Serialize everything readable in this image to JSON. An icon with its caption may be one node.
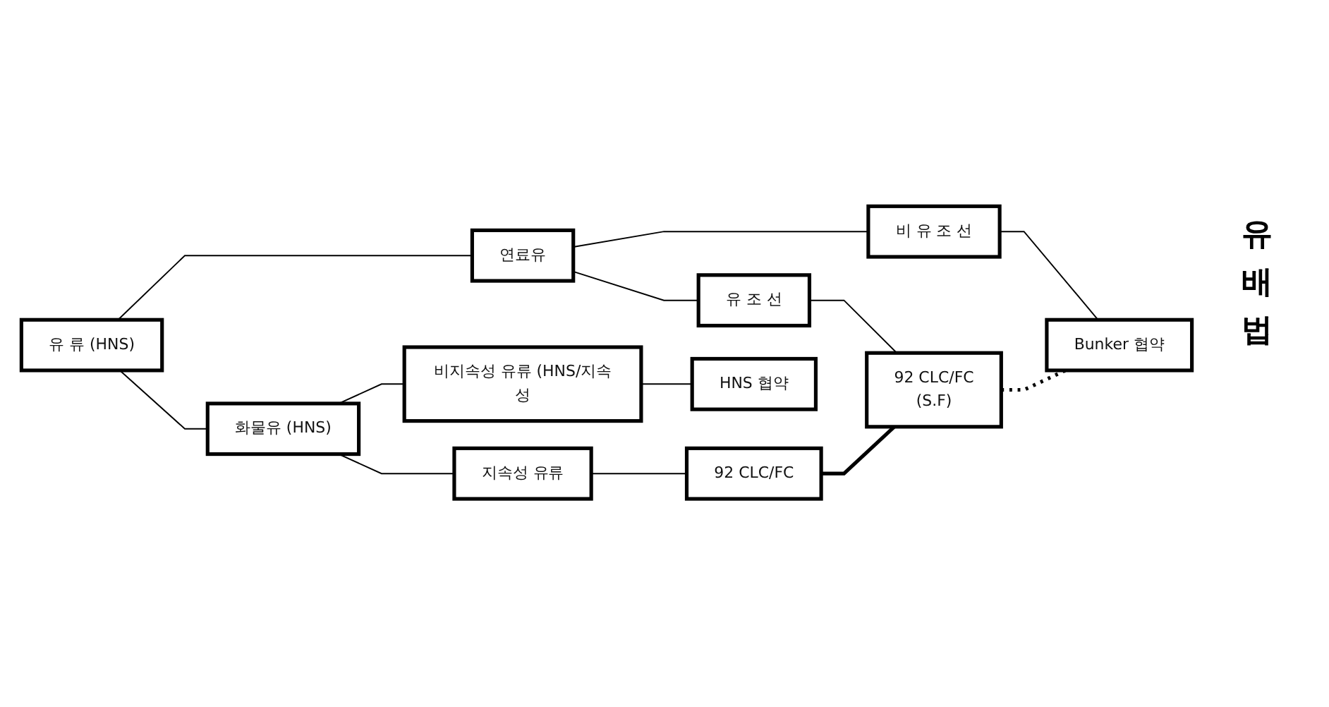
{
  "diagram": {
    "nodes": [
      {
        "text": [
          "유 류 (HNS)"
        ]
      },
      {
        "text": [
          "화물유 (HNS)"
        ]
      },
      {
        "text": [
          "연료유"
        ]
      },
      {
        "text": [
          "지속성 유류"
        ]
      },
      {
        "text": [
          "비지속성 유류 (HNS/지속성"
        ]
      },
      {
        "text": [
          "유 조 선"
        ]
      },
      {
        "text": [
          "비 유 조 선"
        ]
      },
      {
        "text": [
          "92 CLC/FC"
        ]
      },
      {
        "text": [
          "HNS 협약"
        ]
      },
      {
        "text": [
          "92 CLC/FC",
          "(S.F)"
        ]
      },
      {
        "text": [
          "Bunker 협약"
        ]
      }
    ],
    "edges": [
      {
        "from": 0,
        "to": 1,
        "arrow": "none"
      },
      {
        "from": 0,
        "to": 2,
        "arrow": "none"
      },
      {
        "from": 1,
        "to": 3,
        "arrow": "none"
      },
      {
        "from": 1,
        "to": 4,
        "arrow": "none"
      },
      {
        "from": 2,
        "to": 5,
        "arrow": "none"
      },
      {
        "from": 2,
        "to": 6,
        "arrow": "none"
      },
      {
        "from": 3,
        "to": 7,
        "arrow": "none"
      },
      {
        "from": 4,
        "to": 8,
        "arrow": "none"
      },
      {
        "from": 5,
        "to": 9,
        "arrow": "none"
      },
      {
        "from": 6,
        "to": 10,
        "arrow": "none"
      },
      {
        "from": 7,
        "to": 9,
        "arrow": "none",
        "style": "thick"
      },
      {
        "from": 9,
        "to": 10,
        "arrow": "none",
        "style": "dashed"
      }
    ],
    "labels": [
      "유배법"
    ]
  }
}
